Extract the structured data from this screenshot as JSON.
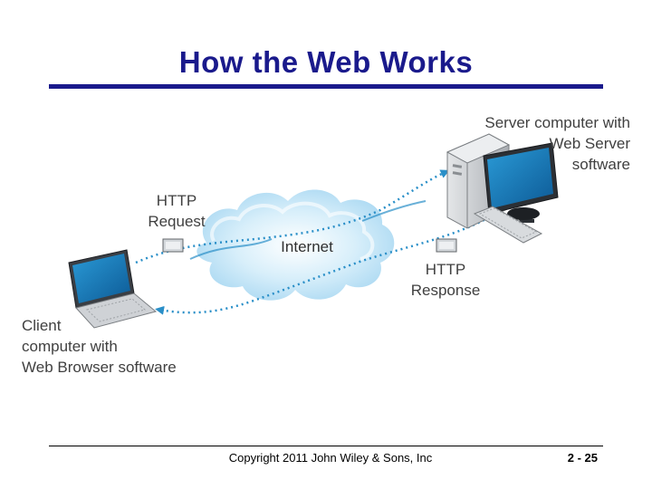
{
  "slide": {
    "title": "How the Web Works",
    "footer_copyright": "Copyright 2011 John Wiley & Sons, Inc",
    "page_number": "2 - 25"
  },
  "diagram": {
    "server_label": [
      "Server computer with",
      "Web Server",
      "software"
    ],
    "request_label": [
      "HTTP",
      "Request"
    ],
    "internet_label": "Internet",
    "response_label": [
      "HTTP",
      "Response"
    ],
    "client_label": [
      "Client",
      "computer with",
      "Web Browser software"
    ]
  },
  "colors": {
    "title": "#1a1a8c",
    "arrow": "#2a8fc8",
    "cloud": "#bfe3f5",
    "screen": "#1878b8",
    "device_body": "#c8ccd0"
  },
  "icons": [
    "internet-cloud-icon",
    "server-tower-icon",
    "monitor-icon",
    "keyboard-icon",
    "laptop-icon",
    "message-packet-icon"
  ]
}
